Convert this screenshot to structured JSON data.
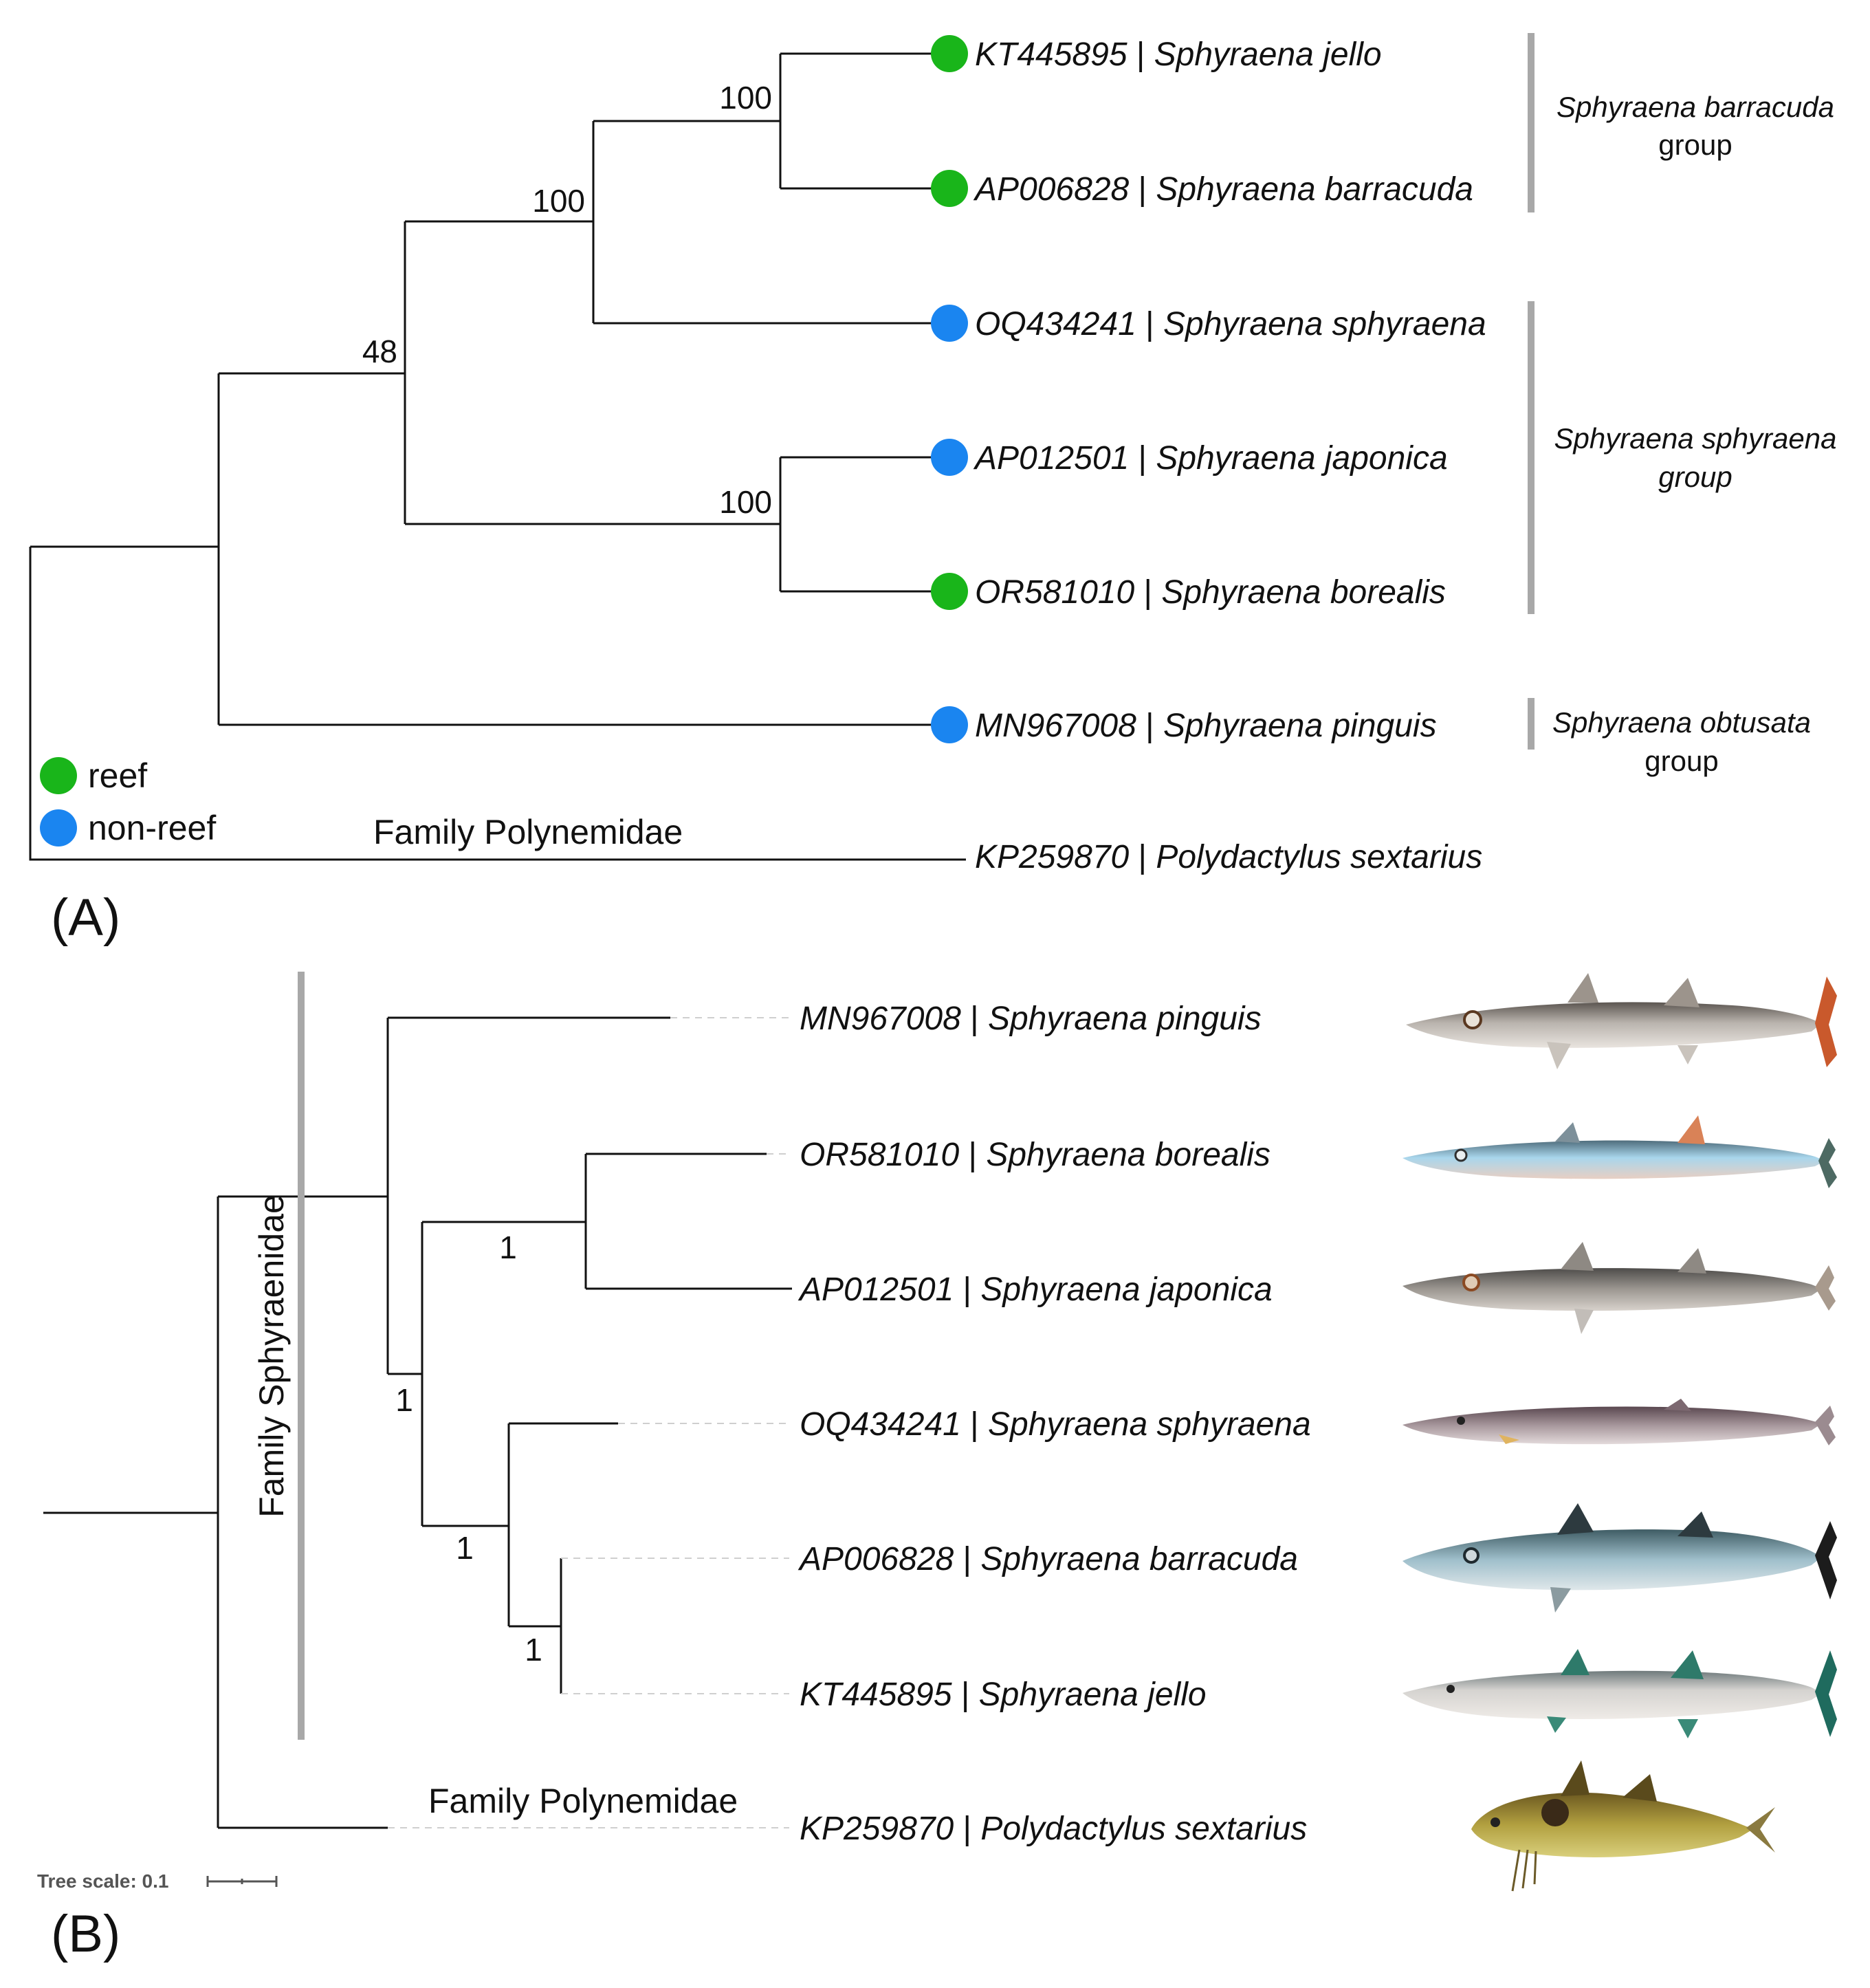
{
  "colors": {
    "reef": "#19b51a",
    "non_reef": "#1a85f0",
    "group_bar": "#a8a8a8"
  },
  "legend": {
    "reef": "reef",
    "non_reef": "non-reef"
  },
  "panel_labels": {
    "a": "(A)",
    "b": "(B)"
  },
  "panelA": {
    "taxa": [
      {
        "accession": "KT445895",
        "species": "Sphyraena jello",
        "habitat": "reef"
      },
      {
        "accession": "AP006828",
        "species": "Sphyraena barracuda",
        "habitat": "reef"
      },
      {
        "accession": "OQ434241",
        "species": "Sphyraena sphyraena",
        "habitat": "non-reef"
      },
      {
        "accession": "AP012501",
        "species": "Sphyraena japonica",
        "habitat": "non-reef"
      },
      {
        "accession": "OR581010",
        "species": "Sphyraena borealis",
        "habitat": "reef"
      },
      {
        "accession": "MN967008",
        "species": "Sphyraena pinguis",
        "habitat": "non-reef"
      },
      {
        "accession": "KP259870",
        "species": "Polydactylus sextarius",
        "habitat": ""
      }
    ],
    "support": {
      "jello_barracuda": "100",
      "barracuda_sphyraena": "100",
      "main_clade": "48",
      "japonica_borealis": "100"
    },
    "groups": [
      {
        "line1": "Sphyraena barracuda",
        "line2": "group"
      },
      {
        "line1": "Sphyraena sphyraena",
        "line2": "group"
      },
      {
        "line1": "Sphyraena obtusata",
        "line2": "group"
      }
    ],
    "family_label": "Family Polynemidae"
  },
  "panelB": {
    "taxa": [
      {
        "accession": "MN967008",
        "species": "Sphyraena pinguis",
        "fish": "pinguis-fish-illustration"
      },
      {
        "accession": "OR581010",
        "species": "Sphyraena borealis",
        "fish": "borealis-fish-illustration"
      },
      {
        "accession": "AP012501",
        "species": "Sphyraena japonica",
        "fish": "japonica-fish-illustration"
      },
      {
        "accession": "OQ434241",
        "species": "Sphyraena sphyraena",
        "fish": "sphyraena-fish-illustration"
      },
      {
        "accession": "AP006828",
        "species": "Sphyraena barracuda",
        "fish": "barracuda-fish-illustration"
      },
      {
        "accession": "KT445895",
        "species": "Sphyraena jello",
        "fish": "jello-fish-illustration"
      },
      {
        "accession": "KP259870",
        "species": "Polydactylus sextarius",
        "fish": "polydactylus-fish-illustration"
      }
    ],
    "support": {
      "borealis_japonica": "1",
      "main_clade": "1",
      "sphyraena_group": "1",
      "barracuda_jello": "1"
    },
    "family_sphyraenidae": "Family Sphyraenidae",
    "family_polynemidae": "Family Polynemidae",
    "tree_scale": "Tree scale: 0.1"
  }
}
